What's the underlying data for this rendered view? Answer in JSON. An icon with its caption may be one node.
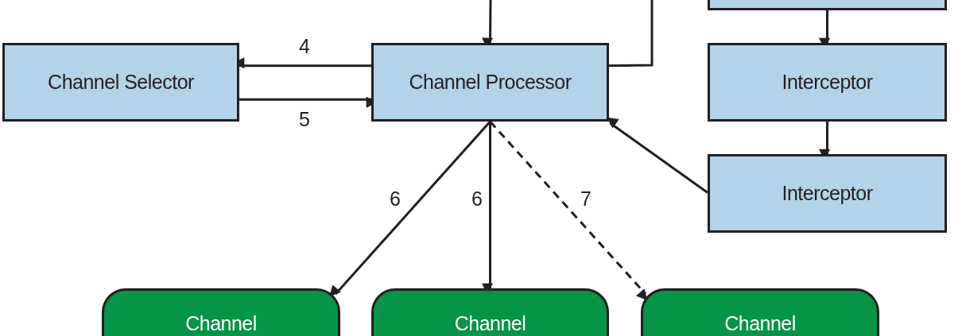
{
  "diagram": {
    "nodes": [
      {
        "text": [
          "Channel Selector"
        ]
      },
      {
        "text": [
          "Channel Processor"
        ]
      },
      {
        "text": [],
        "shape": "box"
      },
      {
        "text": [
          "Interceptor"
        ]
      },
      {
        "text": [
          "Interceptor"
        ]
      },
      {
        "text": [
          "Channel"
        ]
      },
      {
        "text": [
          "Channel"
        ]
      },
      {
        "text": [
          "Channel"
        ]
      }
    ],
    "edges": [
      {
        "from": null,
        "to": 1,
        "arrow": "to"
      },
      {
        "from": 1,
        "to": null,
        "arrow": "none"
      },
      {
        "from": 2,
        "to": 3,
        "arrow": "to"
      },
      {
        "from": 3,
        "to": 4,
        "arrow": "to"
      },
      {
        "from": 1,
        "to": 0,
        "arrow": "to",
        "label": "4"
      },
      {
        "from": 0,
        "to": 1,
        "arrow": "to",
        "label": "5"
      },
      {
        "from": 4,
        "to": 1,
        "arrow": "to"
      },
      {
        "from": 1,
        "to": 5,
        "arrow": "to",
        "label": "6"
      },
      {
        "from": 1,
        "to": 6,
        "arrow": "to",
        "label": "6"
      },
      {
        "from": 1,
        "to": 7,
        "arrow": "to",
        "label": "7",
        "style": "dashed"
      }
    ]
  }
}
